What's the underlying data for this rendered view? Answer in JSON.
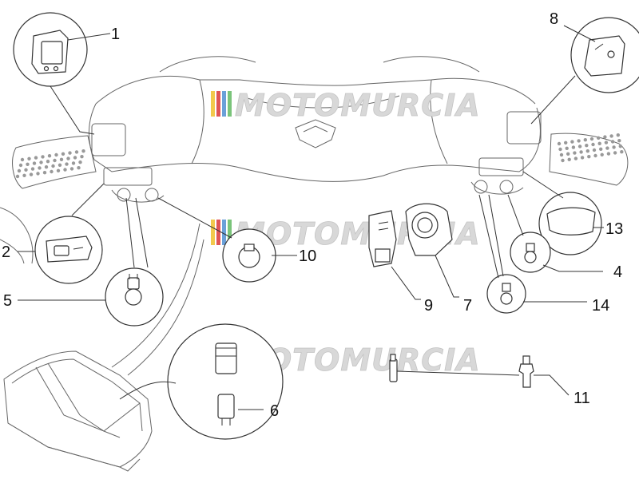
{
  "watermark": "MOTOMURCIA",
  "watermark_colors": [
    "#f2c94c",
    "#e05555",
    "#6aa0d8",
    "#7ac47a"
  ],
  "labels": {
    "p1": "1",
    "p2": "2",
    "p4": "4",
    "p5": "5",
    "p6": "6",
    "p7": "7",
    "p8": "8",
    "p9": "9",
    "p10": "10",
    "p11": "11",
    "p13": "13",
    "p14": "14"
  },
  "icons": [
    "switch-block-icon",
    "bulb-icon",
    "socket-icon",
    "handlebar-icon",
    "headlamp-icon"
  ]
}
